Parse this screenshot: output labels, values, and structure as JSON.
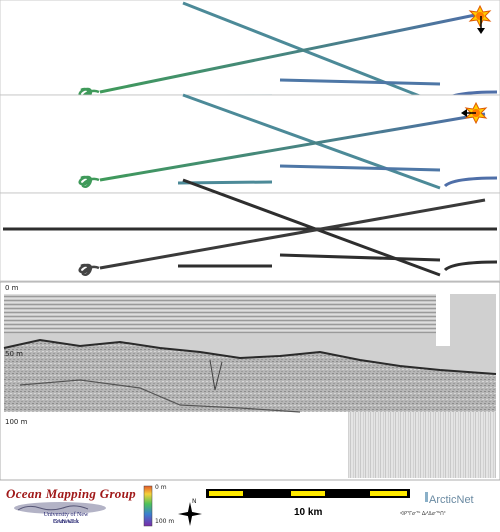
{
  "profile": {
    "depth_labels": [
      "0 m",
      "50 m",
      "100 m"
    ]
  },
  "footer": {
    "organization": "Ocean Mapping Group",
    "university": "University of New Brunswick",
    "country": "CANADA",
    "colorbar": {
      "top_label": "0 m",
      "bottom_label": "100 m"
    },
    "north_label": "N",
    "scale_label": "10 km",
    "partner_name": "ArcticNet",
    "partner_syllabics": "ᐊᑭᕐᒥᓂᕐᒃ ᐃᓱᐃᓂᖅᑎᑦ"
  },
  "colors": {
    "track_green": "#2e8a4e",
    "track_teal": "#3f7f8e",
    "track_blue": "#4f6fa8",
    "track_gray": "#2e2e2e",
    "scale_yellow": "#ffea00",
    "org_red": "#a01818",
    "partner_blue": "#6a8aa2"
  },
  "icons": {
    "sun": "sun-icon",
    "north_arrow": "north-arrow-icon",
    "ship_track": "ship-track"
  }
}
